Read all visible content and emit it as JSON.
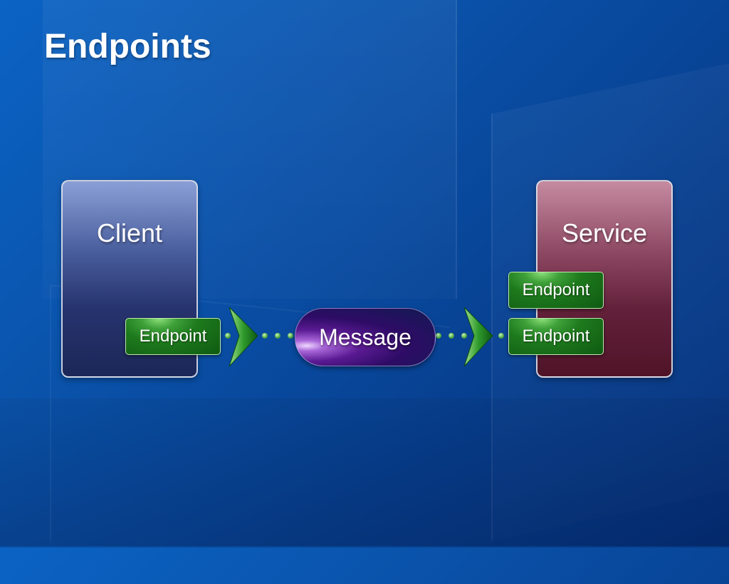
{
  "slide": {
    "title": "Endpoints"
  },
  "client": {
    "label": "Client",
    "endpoint_label": "Endpoint"
  },
  "service": {
    "label": "Service",
    "endpoint_labels": [
      "Endpoint",
      "Endpoint"
    ]
  },
  "message": {
    "label": "Message"
  },
  "colors": {
    "background": "#0a52aa",
    "client_box": "#26336e",
    "service_box": "#63213a",
    "endpoint": "#1e7a1d",
    "message": "#2e0c66",
    "connector_dots": "#5fbf4f"
  },
  "icons": [
    "arrow-chevron-icon",
    "dotted-connector-icon"
  ]
}
